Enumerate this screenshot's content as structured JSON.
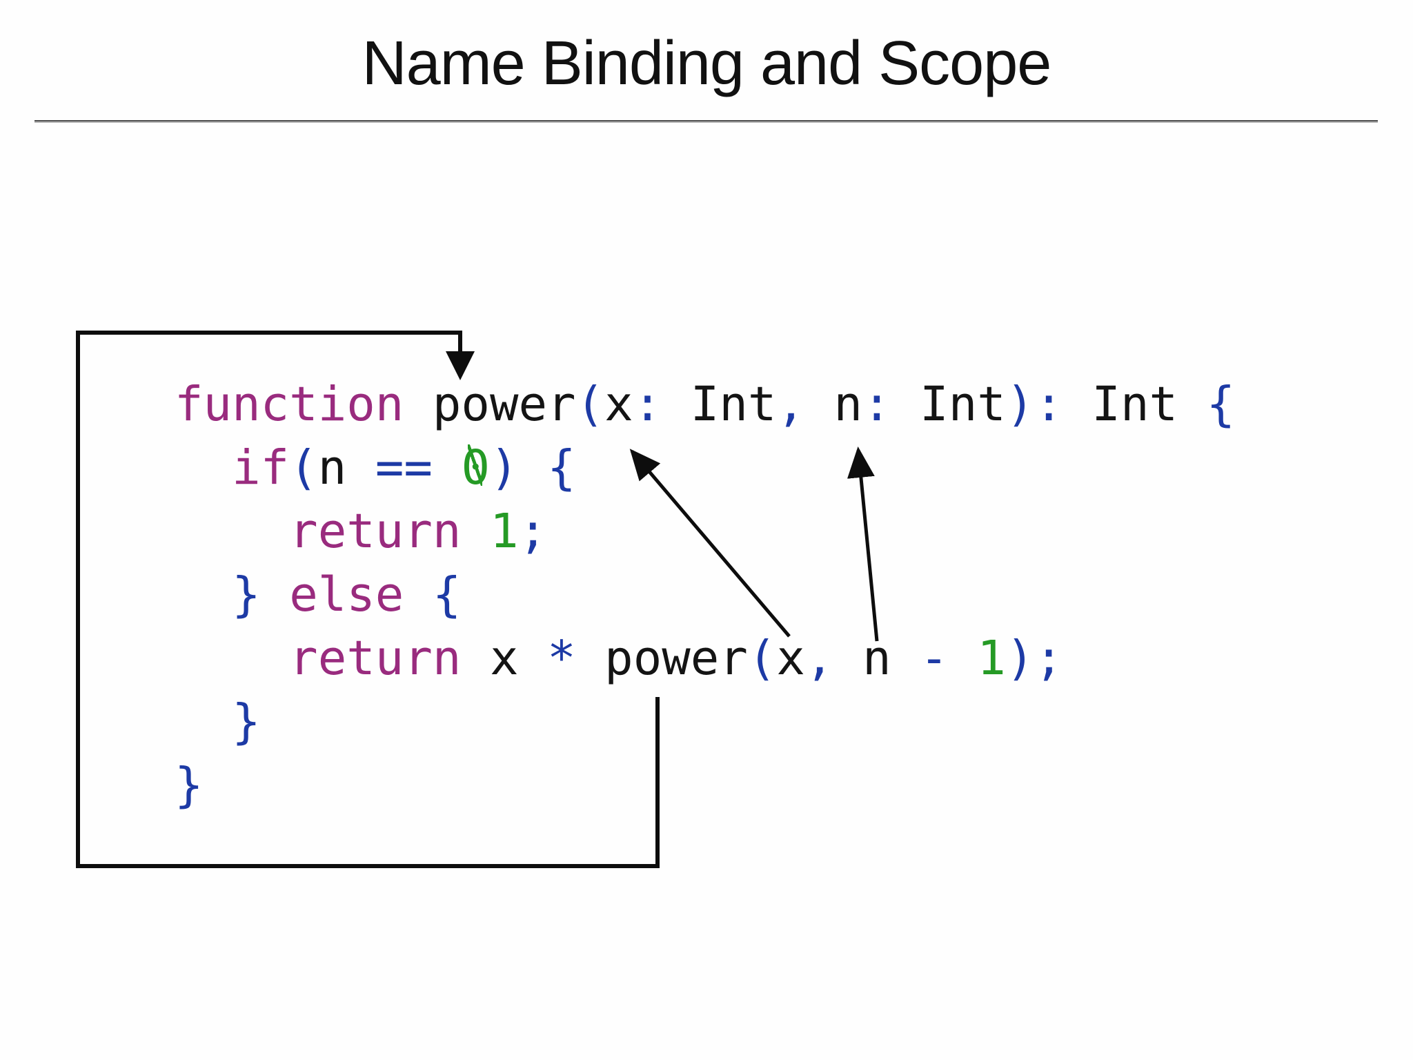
{
  "slide": {
    "title": "Name Binding and Scope",
    "colors": {
      "keyword": "#992b7e",
      "punctuation": "#1d3aa5",
      "number": "#259a25",
      "code_text": "#141414",
      "title_text": "#111111",
      "annotation": "#0d0d0d",
      "divider_dark": "#4f4f4f",
      "divider_light": "#b5b5b5",
      "background": "#fefefe"
    }
  },
  "code": {
    "lines": [
      [
        [
          "function",
          "k"
        ],
        [
          " ",
          "pl"
        ],
        [
          "power",
          "pl"
        ],
        [
          "(",
          "p"
        ],
        [
          "x",
          "pl"
        ],
        [
          ":",
          "p"
        ],
        [
          " ",
          "pl"
        ],
        [
          "Int",
          "pl"
        ],
        [
          ",",
          "p"
        ],
        [
          " ",
          "pl"
        ],
        [
          "n",
          "pl"
        ],
        [
          ":",
          "p"
        ],
        [
          " ",
          "pl"
        ],
        [
          "Int",
          "pl"
        ],
        [
          ")",
          "p"
        ],
        [
          ":",
          "p"
        ],
        [
          " ",
          "pl"
        ],
        [
          "Int",
          "pl"
        ],
        [
          " ",
          "pl"
        ],
        [
          "{",
          "p"
        ]
      ],
      [
        [
          "  ",
          "pl"
        ],
        [
          "if",
          "k"
        ],
        [
          "(",
          "p"
        ],
        [
          "n",
          "pl"
        ],
        [
          " ",
          "pl"
        ],
        [
          "==",
          "p"
        ],
        [
          " ",
          "pl"
        ],
        [
          "0",
          "z"
        ],
        [
          ")",
          "p"
        ],
        [
          " ",
          "pl"
        ],
        [
          "{",
          "p"
        ]
      ],
      [
        [
          "    ",
          "pl"
        ],
        [
          "return",
          "k"
        ],
        [
          " ",
          "pl"
        ],
        [
          "1",
          "n"
        ],
        [
          ";",
          "p"
        ]
      ],
      [
        [
          "  ",
          "pl"
        ],
        [
          "}",
          "p"
        ],
        [
          " ",
          "pl"
        ],
        [
          "else",
          "k"
        ],
        [
          " ",
          "pl"
        ],
        [
          "{",
          "p"
        ]
      ],
      [
        [
          "    ",
          "pl"
        ],
        [
          "return",
          "k"
        ],
        [
          " ",
          "pl"
        ],
        [
          "x",
          "pl"
        ],
        [
          " ",
          "pl"
        ],
        [
          "*",
          "p"
        ],
        [
          " ",
          "pl"
        ],
        [
          "power",
          "pl"
        ],
        [
          "(",
          "p"
        ],
        [
          "x",
          "pl"
        ],
        [
          ",",
          "p"
        ],
        [
          " ",
          "pl"
        ],
        [
          "n",
          "pl"
        ],
        [
          " ",
          "pl"
        ],
        [
          "-",
          "p"
        ],
        [
          " ",
          "pl"
        ],
        [
          "1",
          "n"
        ],
        [
          ")",
          "p"
        ],
        [
          ";",
          "p"
        ]
      ],
      [
        [
          "  ",
          "pl"
        ],
        [
          "}",
          "p"
        ]
      ],
      [
        [
          "}",
          "p"
        ]
      ]
    ]
  },
  "annotations": {
    "scope_loop_arrow": {
      "from": "recursive call power",
      "to": "declaration name power"
    },
    "binding_arrow_x": {
      "from": "argument x in recursive call",
      "to": "parameter x"
    },
    "binding_arrow_n": {
      "from": "argument n in recursive call",
      "to": "parameter n"
    }
  }
}
